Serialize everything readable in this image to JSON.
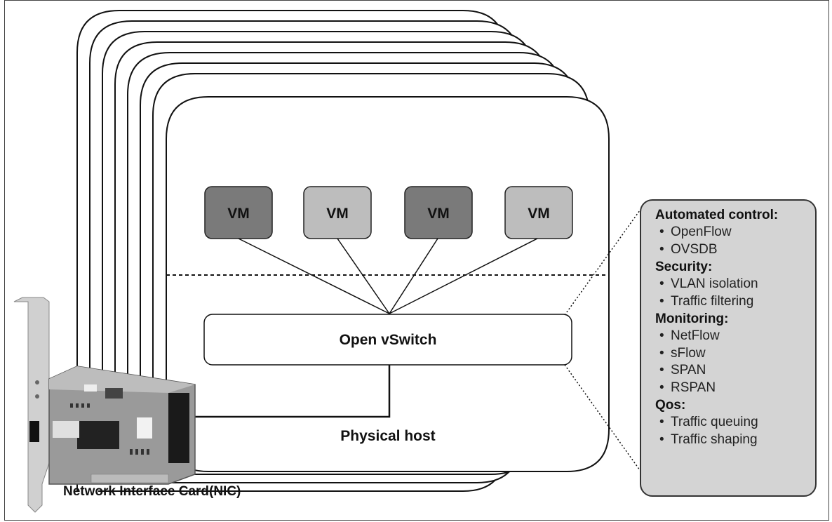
{
  "diagram": {
    "vms": [
      {
        "label": "VM",
        "shade": "#7a7a7a"
      },
      {
        "label": "VM",
        "shade": "#bdbdbd"
      },
      {
        "label": "VM",
        "shade": "#7a7a7a"
      },
      {
        "label": "VM",
        "shade": "#bdbdbd"
      }
    ],
    "switch_label": "Open vSwitch",
    "host_label": "Physical host",
    "nic_label": "Network Interface Card(NIC)"
  },
  "features": [
    {
      "title": "Automated control:",
      "items": [
        "OpenFlow",
        "OVSDB"
      ]
    },
    {
      "title": "Security:",
      "items": [
        "VLAN isolation",
        "Traffic filtering"
      ]
    },
    {
      "title": "Monitoring:",
      "items": [
        "NetFlow",
        "sFlow",
        "SPAN",
        "RSPAN"
      ]
    },
    {
      "title": "Qos:",
      "items": [
        "Traffic queuing",
        "Traffic shaping"
      ]
    }
  ]
}
